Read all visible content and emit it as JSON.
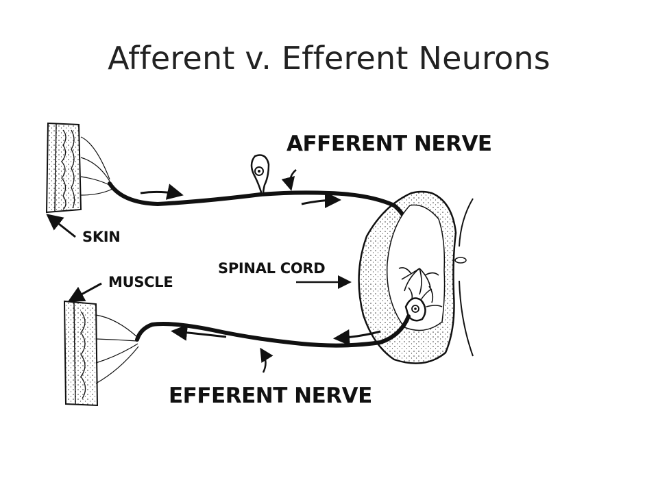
{
  "slide": {
    "title": "Afferent v. Efferent Neurons"
  },
  "diagram": {
    "labels": {
      "afferent_nerve": "AFFERENT NERVE",
      "efferent_nerve": "EFFERENT NERVE",
      "skin": "SKIN",
      "muscle": "MUSCLE",
      "spinal_cord": "SPINAL CORD"
    }
  }
}
